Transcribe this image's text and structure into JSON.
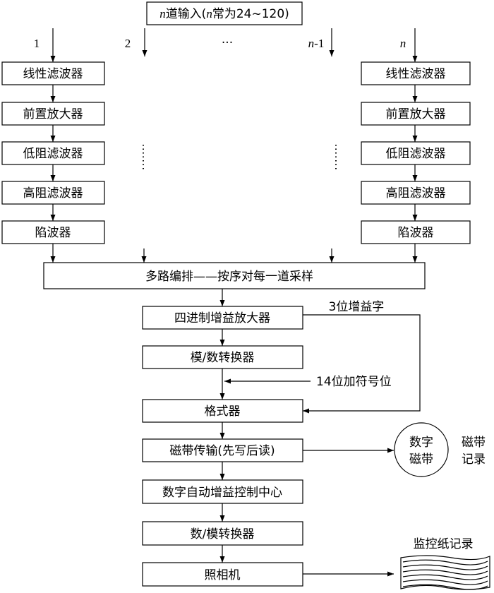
{
  "input": {
    "n_italic": "n",
    "text1": "道输入(",
    "n_italic2": "n",
    "text2": "常为24~120)"
  },
  "channels": {
    "ch1": "1",
    "ch2": "2",
    "ellipsis": "···",
    "chn1_italic": "n",
    "chn1_suffix": "-1",
    "chn_italic": "n"
  },
  "chain": [
    "线性滤波器",
    "前置放大器",
    "低阻滤波器",
    "高阻滤波器",
    "陷波器"
  ],
  "multiplex": "多路编排——按序对每一道采样",
  "main": {
    "amp": "四进制增益放大器",
    "adc": "模/数转换器",
    "formatter": "格式器",
    "tape": "磁带传输(先写后读)",
    "agc": "数字自动增益控制中心",
    "dac": "数/模转换器",
    "camera": "照相机"
  },
  "side": {
    "gain_bits": "3位增益字",
    "sign_bits": "14位加符号位",
    "digital_tape_line1": "数字",
    "digital_tape_line2": "磁带",
    "tape_record_line1": "磁带",
    "tape_record_line2": "记录",
    "monitor_record": "监控纸记录"
  }
}
